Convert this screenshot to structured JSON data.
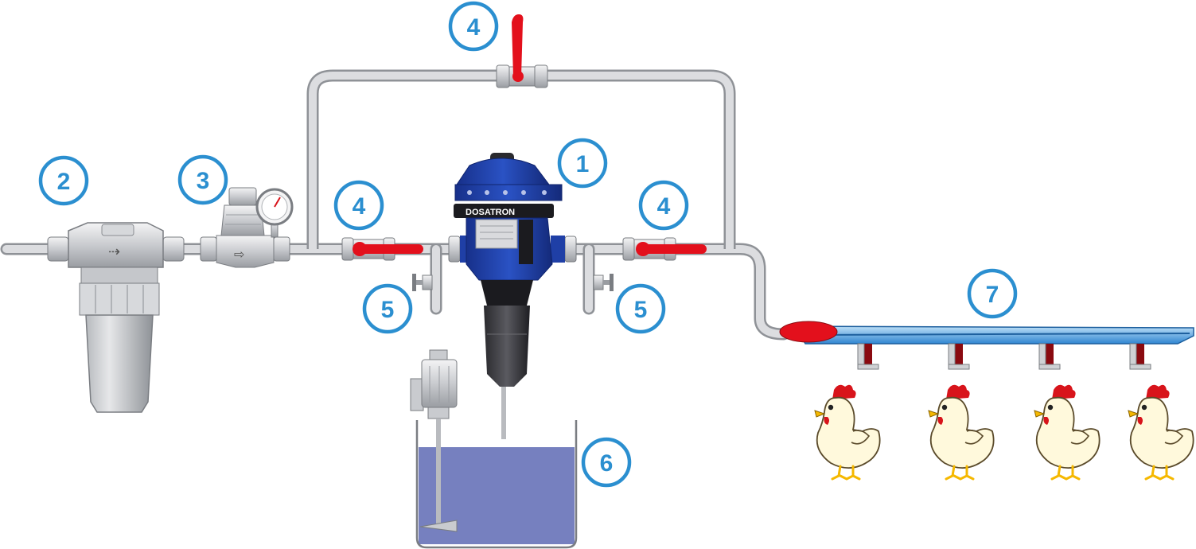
{
  "colors": {
    "callout": "#2b8fd0",
    "pipe_fill": "#dcdde0",
    "pipe_stroke": "#8f9297",
    "valve_handle": "#e3101c",
    "dosatron_body": "#1f3fa6",
    "tank_liquid": "#7680bf",
    "trough_water": "#4aa5e4",
    "hen_comb": "#d8141b"
  },
  "labels": {
    "dosatron_brand": "DOSATRON"
  },
  "callouts": [
    {
      "id": "dosatron",
      "text": "1"
    },
    {
      "id": "filter",
      "text": "2"
    },
    {
      "id": "pressure-reducer",
      "text": "3"
    },
    {
      "id": "valve-bypass",
      "text": "4"
    },
    {
      "id": "valve-inlet",
      "text": "4"
    },
    {
      "id": "valve-outlet",
      "text": "4"
    },
    {
      "id": "drain-left",
      "text": "5"
    },
    {
      "id": "drain-right",
      "text": "5"
    },
    {
      "id": "stock-tank",
      "text": "6"
    },
    {
      "id": "drinker-line",
      "text": "7"
    }
  ]
}
